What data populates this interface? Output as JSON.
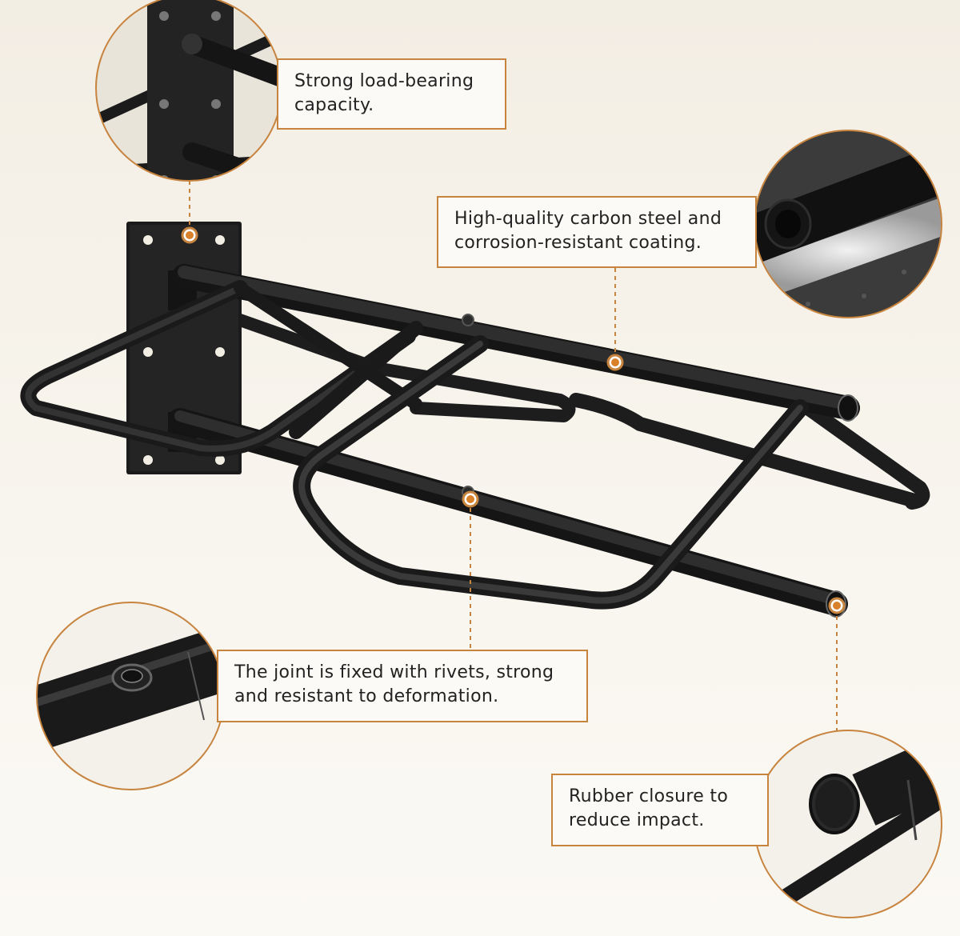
{
  "callouts": {
    "load": {
      "lines": [
        "Strong load-bearing",
        "capacity."
      ]
    },
    "steel": {
      "lines": [
        "High-quality carbon steel and",
        "corrosion-resistant coating."
      ]
    },
    "joint": {
      "lines": [
        "The joint is fixed with rivets, strong",
        "and resistant to deformation."
      ]
    },
    "rubber": {
      "lines": [
        "Rubber closure to",
        "reduce impact."
      ]
    }
  },
  "colors": {
    "accent": "#c7843f",
    "metal": "#1e1e1e",
    "background": "#f5f1e8"
  },
  "icons": {
    "marker": "orange-dot-icon"
  }
}
